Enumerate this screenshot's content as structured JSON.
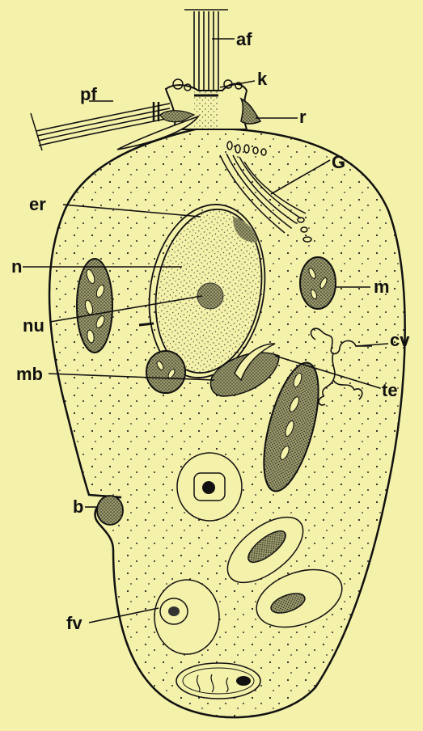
{
  "labels": {
    "af": "af",
    "pf": "pf",
    "k": "k",
    "r": "r",
    "G": "G",
    "er": "er",
    "n": "n",
    "m": "m",
    "nu": "nu",
    "cv": "cv",
    "mb": "mb",
    "te": "te",
    "b": "b",
    "fv": "fv"
  },
  "colors": {
    "background": "#f4f1aa",
    "ink": "#111111"
  }
}
